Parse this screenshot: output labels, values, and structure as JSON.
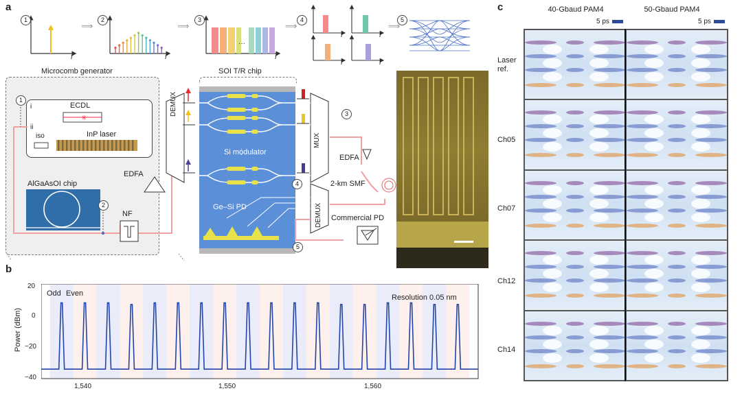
{
  "panels": {
    "a": "a",
    "b": "b",
    "c": "c"
  },
  "steps": [
    "1",
    "2",
    "3",
    "4",
    "5"
  ],
  "axis_f": "f",
  "dots": "···",
  "microcomb_title": "Microcomb generator",
  "soi_title": "SOI T/R chip",
  "ecdl": "ECDL",
  "roman_i": "i",
  "roman_ii": "ii",
  "iso": "iso",
  "inp_laser": "InP laser",
  "algaas": "AlGaAsOI chip",
  "edfa": "EDFA",
  "nf": "NF",
  "demux": "DEMUX",
  "mux": "MUX",
  "si_modulator": "Si modulator",
  "gesi_pd": "Ge–Si PD",
  "edfa2": "EDFA",
  "smf": "2-km SMF",
  "commercial_pd": "Commercial PD",
  "chart_b": {
    "ylabel": "Power (dBm)",
    "odd": "Odd",
    "even": "Even",
    "resolution": "Resolution 0.05 nm",
    "yticks": [
      "20",
      "0",
      "−20",
      "−40"
    ],
    "xticks": [
      "1,540",
      "1,550",
      "1,560"
    ]
  },
  "chart_data": {
    "type": "line",
    "title": "",
    "xlabel": "",
    "ylabel": "Power (dBm)",
    "xlim": [
      1537,
      1567
    ],
    "ylim": [
      -40,
      20
    ],
    "x": [
      1538.4,
      1540.0,
      1541.6,
      1543.2,
      1544.8,
      1546.4,
      1548.0,
      1549.6,
      1551.2,
      1552.8,
      1554.4,
      1556.0,
      1557.6,
      1559.2,
      1560.8,
      1562.4,
      1564.0,
      1565.6
    ],
    "values": [
      8,
      8,
      8,
      7,
      8,
      8,
      8,
      8,
      8,
      8,
      8,
      8,
      7,
      7,
      8,
      8,
      7,
      7
    ],
    "baseline": -34,
    "annotations": [
      "Odd",
      "Even",
      "Resolution 0.05 nm"
    ]
  },
  "panel_c": {
    "col1": "40-Gbaud PAM4",
    "col2": "50-Gbaud PAM4",
    "scale": "5 ps",
    "rows": [
      "Laser ref.",
      "Ch05",
      "Ch07",
      "Ch12",
      "Ch14"
    ]
  }
}
